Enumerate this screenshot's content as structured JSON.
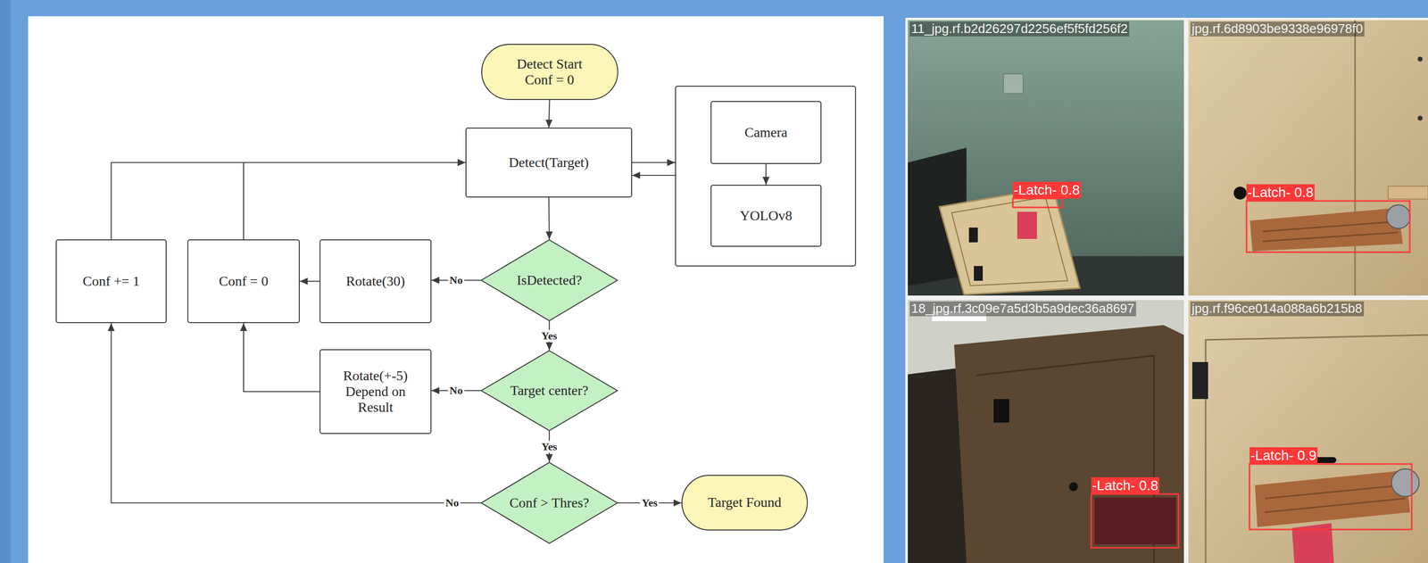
{
  "diagram": {
    "nodes": [
      {
        "text": [
          "Detect Start Conf = 0"
        ]
      },
      {
        "text": [
          "Detect(Target)"
        ]
      },
      {
        "text": []
      },
      {
        "text": [
          "Camera"
        ],
        "in": 2
      },
      {
        "text": [
          "YOLOv8"
        ],
        "in": 2
      },
      {
        "text": [
          "Conf += 1"
        ]
      },
      {
        "text": [
          "Conf = 0"
        ]
      },
      {
        "text": [
          "Rotate(30)"
        ]
      },
      {
        "text": [
          "IsDetected?"
        ]
      },
      {
        "text": [
          "Rotate(+-5) Depend on Result"
        ]
      },
      {
        "text": [
          "Target center?"
        ]
      },
      {
        "text": [
          "Conf > Thres?"
        ]
      },
      {
        "text": [
          "Target Found"
        ]
      }
    ],
    "edges": [
      {
        "from": 0,
        "to": 1,
        "arrow": "to"
      },
      {
        "from": 1,
        "to": 2,
        "arrow": "to"
      },
      {
        "from": 2,
        "to": 1,
        "arrow": "to"
      },
      {
        "from": 3,
        "to": 4,
        "arrow": "to"
      },
      {
        "from": 1,
        "to": 8,
        "arrow": "to"
      },
      {
        "from": 8,
        "to": 7,
        "label": "No",
        "arrow": "to"
      },
      {
        "from": 7,
        "to": 6,
        "arrow": "to"
      },
      {
        "from": 6,
        "to": 1,
        "arrow": "to"
      },
      {
        "from": 5,
        "to": 1,
        "arrow": "to"
      },
      {
        "from": 8,
        "to": 10,
        "label": "Yes",
        "arrow": "to"
      },
      {
        "from": 10,
        "to": 9,
        "label": "No",
        "arrow": "to"
      },
      {
        "from": 9,
        "to": 6,
        "arrow": "to"
      },
      {
        "from": 10,
        "to": 11,
        "label": "Yes",
        "arrow": "to"
      },
      {
        "from": 11,
        "to": 5,
        "label": "No",
        "arrow": "to"
      },
      {
        "from": 11,
        "to": 12,
        "label": "Yes",
        "arrow": "to"
      }
    ],
    "labels": [
      "11_jpg.rf.b2d26297d2256ef5f5fd256f2",
      "-Latch- 0.8",
      "jpg.rf.6d8903be9338e96978f0",
      "-Latch- 0.8",
      "18_jpg.rf.3c09e7a5d3b5a9dec36a8697",
      "-Latch- 0.8",
      "jpg.rf.f96ce014a088a6b215b8",
      "-Latch- 0.9"
    ]
  }
}
